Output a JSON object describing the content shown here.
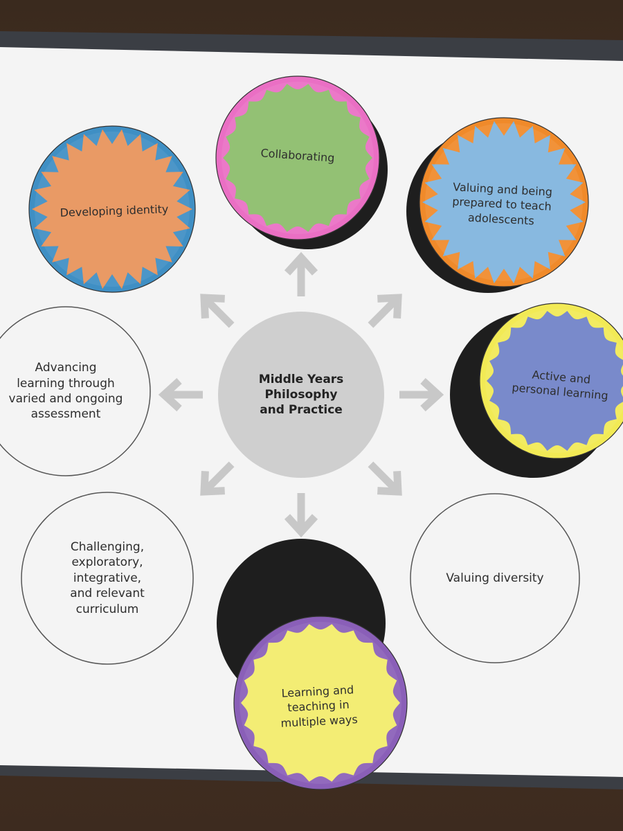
{
  "diagram": {
    "center": {
      "label": "Middle Years\nPhilosophy\nand Practice"
    },
    "printed_circles": [
      {
        "id": "advancing",
        "label": "Advancing\nlearning through\nvaried and ongoing\nassessment"
      },
      {
        "id": "challenging",
        "label": "Challenging,\nexploratory,\nintegrative,\nand relevant\ncurriculum"
      },
      {
        "id": "diversity",
        "label": "Valuing diversity"
      }
    ],
    "colored_cards": [
      {
        "id": "developing",
        "label": "Developing identity",
        "fill": "#e8935a",
        "border": "#3f8fc4",
        "style": "spiky"
      },
      {
        "id": "collaborating",
        "label": "Collaborating",
        "fill": "#8bbd6a",
        "border": "#ea6fc4",
        "style": "scalloped"
      },
      {
        "id": "valuing-adolescents",
        "label": "Valuing and being\nprepared to teach\nadolescents",
        "fill": "#7fb4de",
        "border": "#f08a2a",
        "style": "spiky"
      },
      {
        "id": "active",
        "label": "Active and\npersonal learning",
        "fill": "#6f82c8",
        "border": "#f2ea55",
        "style": "scalloped"
      },
      {
        "id": "multiple",
        "label": "Learning and\nteaching in\nmultiple ways",
        "fill": "#f3ec6a",
        "border": "#8a5fb8",
        "style": "scalloped"
      }
    ]
  },
  "colors": {
    "table": "#3d2b1f",
    "paper": "#f4f4f4",
    "center_fill": "#cfcfcf",
    "arrow": "#c8c8c8",
    "circle_outline": "#555555",
    "card_shadow": "#1e1e1e"
  }
}
